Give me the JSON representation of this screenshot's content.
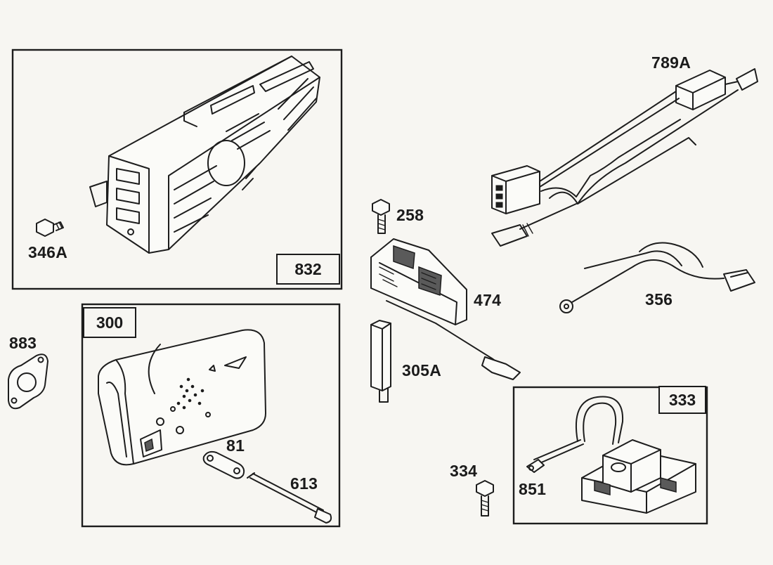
{
  "parts": [
    {
      "id": "832",
      "boxed": true
    },
    {
      "id": "346A"
    },
    {
      "id": "300",
      "boxed": true
    },
    {
      "id": "883"
    },
    {
      "id": "81"
    },
    {
      "id": "613"
    },
    {
      "id": "258"
    },
    {
      "id": "474"
    },
    {
      "id": "305A"
    },
    {
      "id": "789A"
    },
    {
      "id": "356"
    },
    {
      "id": "333",
      "boxed": true
    },
    {
      "id": "334"
    },
    {
      "id": "851"
    }
  ]
}
